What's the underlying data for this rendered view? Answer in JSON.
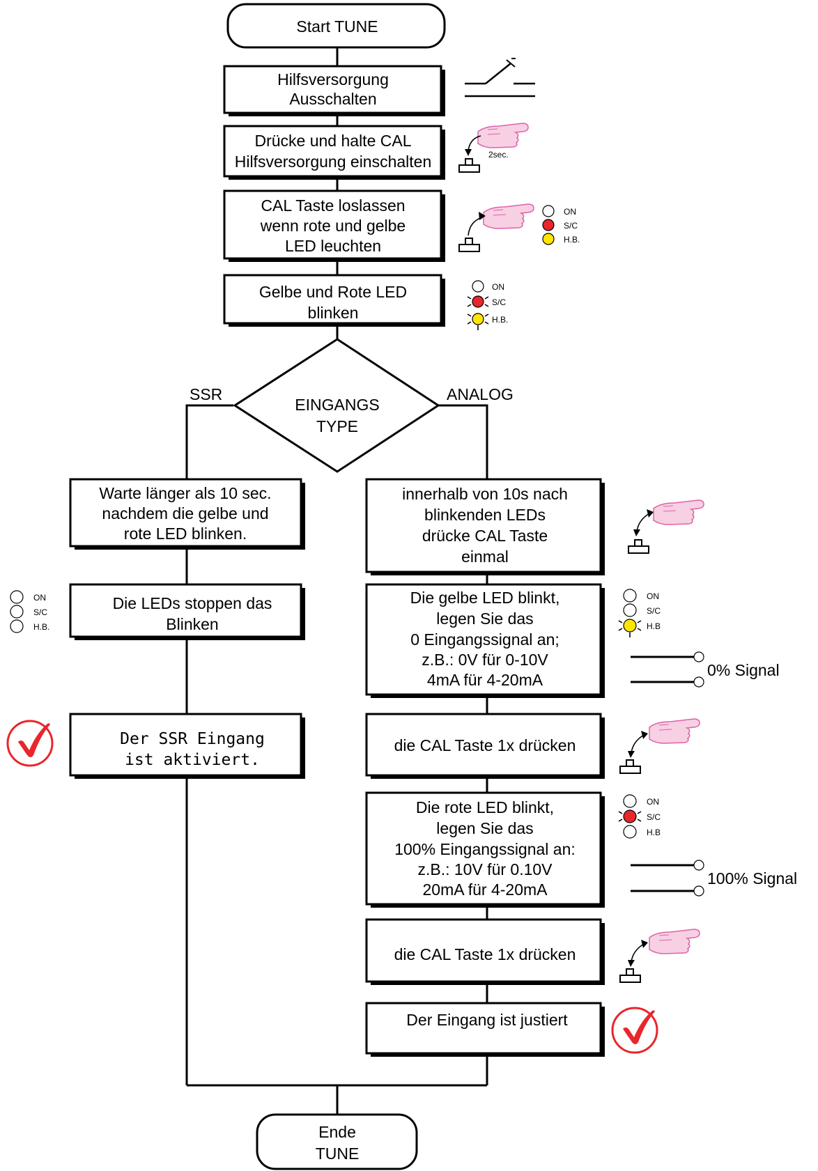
{
  "flow": {
    "start": "Start TUNE",
    "end_line1": "Ende",
    "end_line2": "TUNE",
    "step_power_off": [
      "Hilfsversorgung",
      "Ausschalten"
    ],
    "step_hold_cal": [
      "Drücke und halte CAL",
      "Hilfsversorgung einschalten"
    ],
    "hold_time": "2sec.",
    "step_release_cal": [
      "CAL Taste loslassen",
      "wenn rote und gelbe",
      "LED leuchten"
    ],
    "step_blink": [
      "Gelbe und Rote LED",
      "blinken"
    ],
    "decision": [
      "EINGANGS",
      "TYPE"
    ],
    "branch_ssr": "SSR",
    "branch_analog": "ANALOG",
    "ssr_wait": [
      "Warte länger als 10 sec.",
      "nachdem die gelbe und",
      "rote LED blinken."
    ],
    "ssr_stop": [
      "Die LEDs stoppen das",
      "Blinken"
    ],
    "ssr_done": [
      "Der SSR Eingang",
      "ist aktiviert."
    ],
    "analog_press": [
      "innerhalb von 10s nach",
      "blinkenden LEDs",
      "drücke CAL Taste",
      "einmal"
    ],
    "analog_zero": [
      "Die gelbe LED blinkt,",
      "legen Sie das",
      "0 Eingangssignal an;",
      "z.B.: 0V für 0-10V",
      "4mA für 4-20mA"
    ],
    "analog_cal1": "die CAL Taste 1x drücken",
    "analog_full": [
      "Die rote LED blinkt,",
      "legen Sie das",
      "100% Eingangssignal an:",
      "z.B.: 10V für 0.10V",
      "20mA für 4-20mA"
    ],
    "analog_cal2": "die CAL Taste 1x drücken",
    "analog_done": "Der Eingang ist justiert",
    "signal_zero": "0% Signal",
    "signal_full": "100% Signal"
  },
  "leds": {
    "on": "ON",
    "sc": "S/C",
    "hb": "H.B.",
    "hb_short": "H.B"
  },
  "colors": {
    "red": "#e8262c",
    "yellow": "#ffe600",
    "check": "#e8262c",
    "hand": "#f7d0e4"
  },
  "icons": [
    "switch-icon",
    "hand-press-icon",
    "push-button-icon",
    "led-indicator-icon",
    "checkmark-icon",
    "signal-terminal-icon"
  ]
}
